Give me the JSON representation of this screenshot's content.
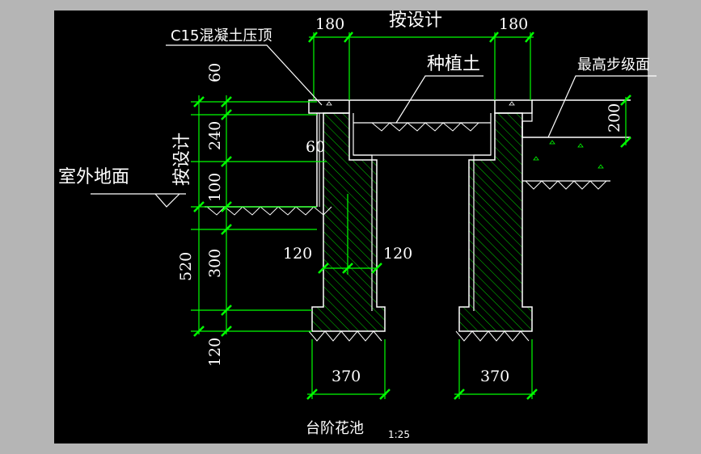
{
  "drawing": {
    "title": "台阶花池",
    "scale": "1:25",
    "labels": {
      "coping": "C15混凝土压顶",
      "planting_soil": "种植土",
      "top_step": "最高步级面",
      "outdoor_ground": "室外地面",
      "design_top": "按设计",
      "design_left": "按设计"
    },
    "dimensions": {
      "top_left": "180",
      "top_right": "180",
      "left_60": "60",
      "left_240": "240",
      "left_100": "100",
      "left_300": "300",
      "left_520": "520",
      "left_120_bottom": "120",
      "inner_60": "60",
      "wall_left_120": "120",
      "wall_right_120": "120",
      "base_left": "370",
      "base_right": "370",
      "step_200": "200"
    }
  },
  "colors": {
    "background": "#000000",
    "frame": "#b5b5b5",
    "linework": "#ffffff",
    "dimension": "#00ff00",
    "hatch": "#00ff00"
  }
}
